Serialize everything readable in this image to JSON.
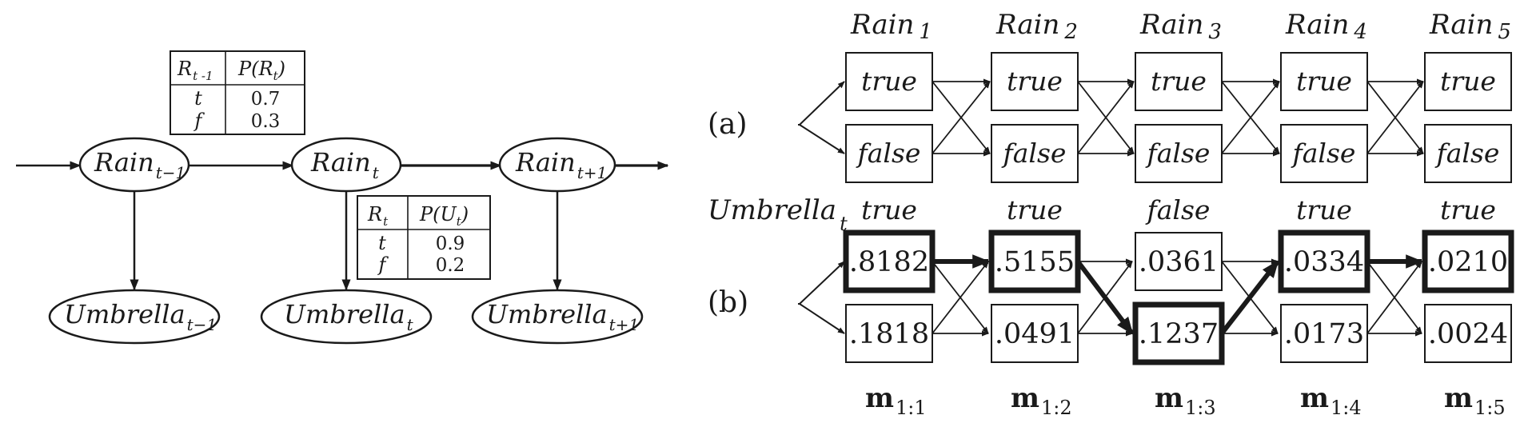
{
  "left_network": {
    "nodes": {
      "rain_prev": {
        "label": "Rain",
        "sub": "t−1"
      },
      "rain_t": {
        "label": "Rain",
        "sub": "t"
      },
      "rain_next": {
        "label": "Rain",
        "sub": "t+1"
      },
      "umb_prev": {
        "label": "Umbrella",
        "sub": "t−1"
      },
      "umb_t": {
        "label": "Umbrella",
        "sub": "t"
      },
      "umb_next": {
        "label": "Umbrella",
        "sub": "t+1"
      }
    },
    "transition_table": {
      "col1": "R",
      "col1_sub": "t -1",
      "col2": "P(R",
      "col2_end": ")",
      "rows": [
        {
          "r": "t",
          "p": "0.7"
        },
        {
          "r": "f",
          "p": "0.3"
        }
      ]
    },
    "sensor_table": {
      "col1": "R",
      "col1_sub": "t",
      "col2": "P(U",
      "col2_end": ")",
      "rows": [
        {
          "r": "t",
          "p": "0.9"
        },
        {
          "r": "f",
          "p": "0.2"
        }
      ]
    }
  },
  "right_trellis": {
    "label_a": "(a)",
    "label_b": "(b)",
    "umbrella_label": "Umbrella",
    "umbrella_sub": "t",
    "headers": [
      {
        "label": "Rain",
        "sub": "1"
      },
      {
        "label": "Rain",
        "sub": "2"
      },
      {
        "label": "Rain",
        "sub": "3"
      },
      {
        "label": "Rain",
        "sub": "4"
      },
      {
        "label": "Rain",
        "sub": "5"
      }
    ],
    "state_true": "true",
    "state_false": "false",
    "observations": [
      "true",
      "true",
      "false",
      "true",
      "true"
    ],
    "top_values": [
      ".8182",
      ".5155",
      ".0361",
      ".0334",
      ".0210"
    ],
    "bottom_values": [
      ".1818",
      ".0491",
      ".1237",
      ".0173",
      ".0024"
    ],
    "most_likely_path": [
      "top",
      "top",
      "bottom",
      "top",
      "top"
    ],
    "m_labels": [
      {
        "label": "m",
        "sub": "1:1"
      },
      {
        "label": "m",
        "sub": "1:2"
      },
      {
        "label": "m",
        "sub": "1:3"
      },
      {
        "label": "m",
        "sub": "1:4"
      },
      {
        "label": "m",
        "sub": "1:5"
      }
    ]
  },
  "colors": {
    "ink": "#1a1a1a",
    "background": "#ffffff"
  }
}
